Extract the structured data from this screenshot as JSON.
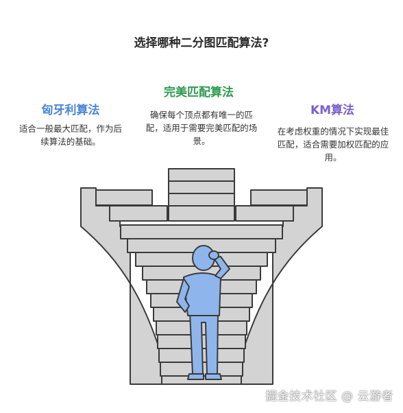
{
  "title": "选择哪种二分图匹配算法?",
  "options": {
    "left": {
      "title": "匈牙利算法",
      "desc": "适合一般最大匹配，作为后续算法的基础。",
      "color": "#4a86d8"
    },
    "middle": {
      "title": "完美匹配算法",
      "desc": "确保每个顶点都有唯一的匹配，适用于需要完美匹配的场景。",
      "color": "#2e9b50"
    },
    "right": {
      "title": "KM算法",
      "desc": "在考虑权重的情况下实现最佳匹配，适合需要加权匹配的应用。",
      "color": "#7a5fd0"
    }
  },
  "watermark": "掘金技术社区 @ 云游者",
  "colors": {
    "stairs": "#d3d3d3",
    "stroke": "#3a3a3a",
    "person": "#8eb6ec"
  },
  "icons": [
    "staircase-illustration",
    "thinking-person-icon"
  ]
}
